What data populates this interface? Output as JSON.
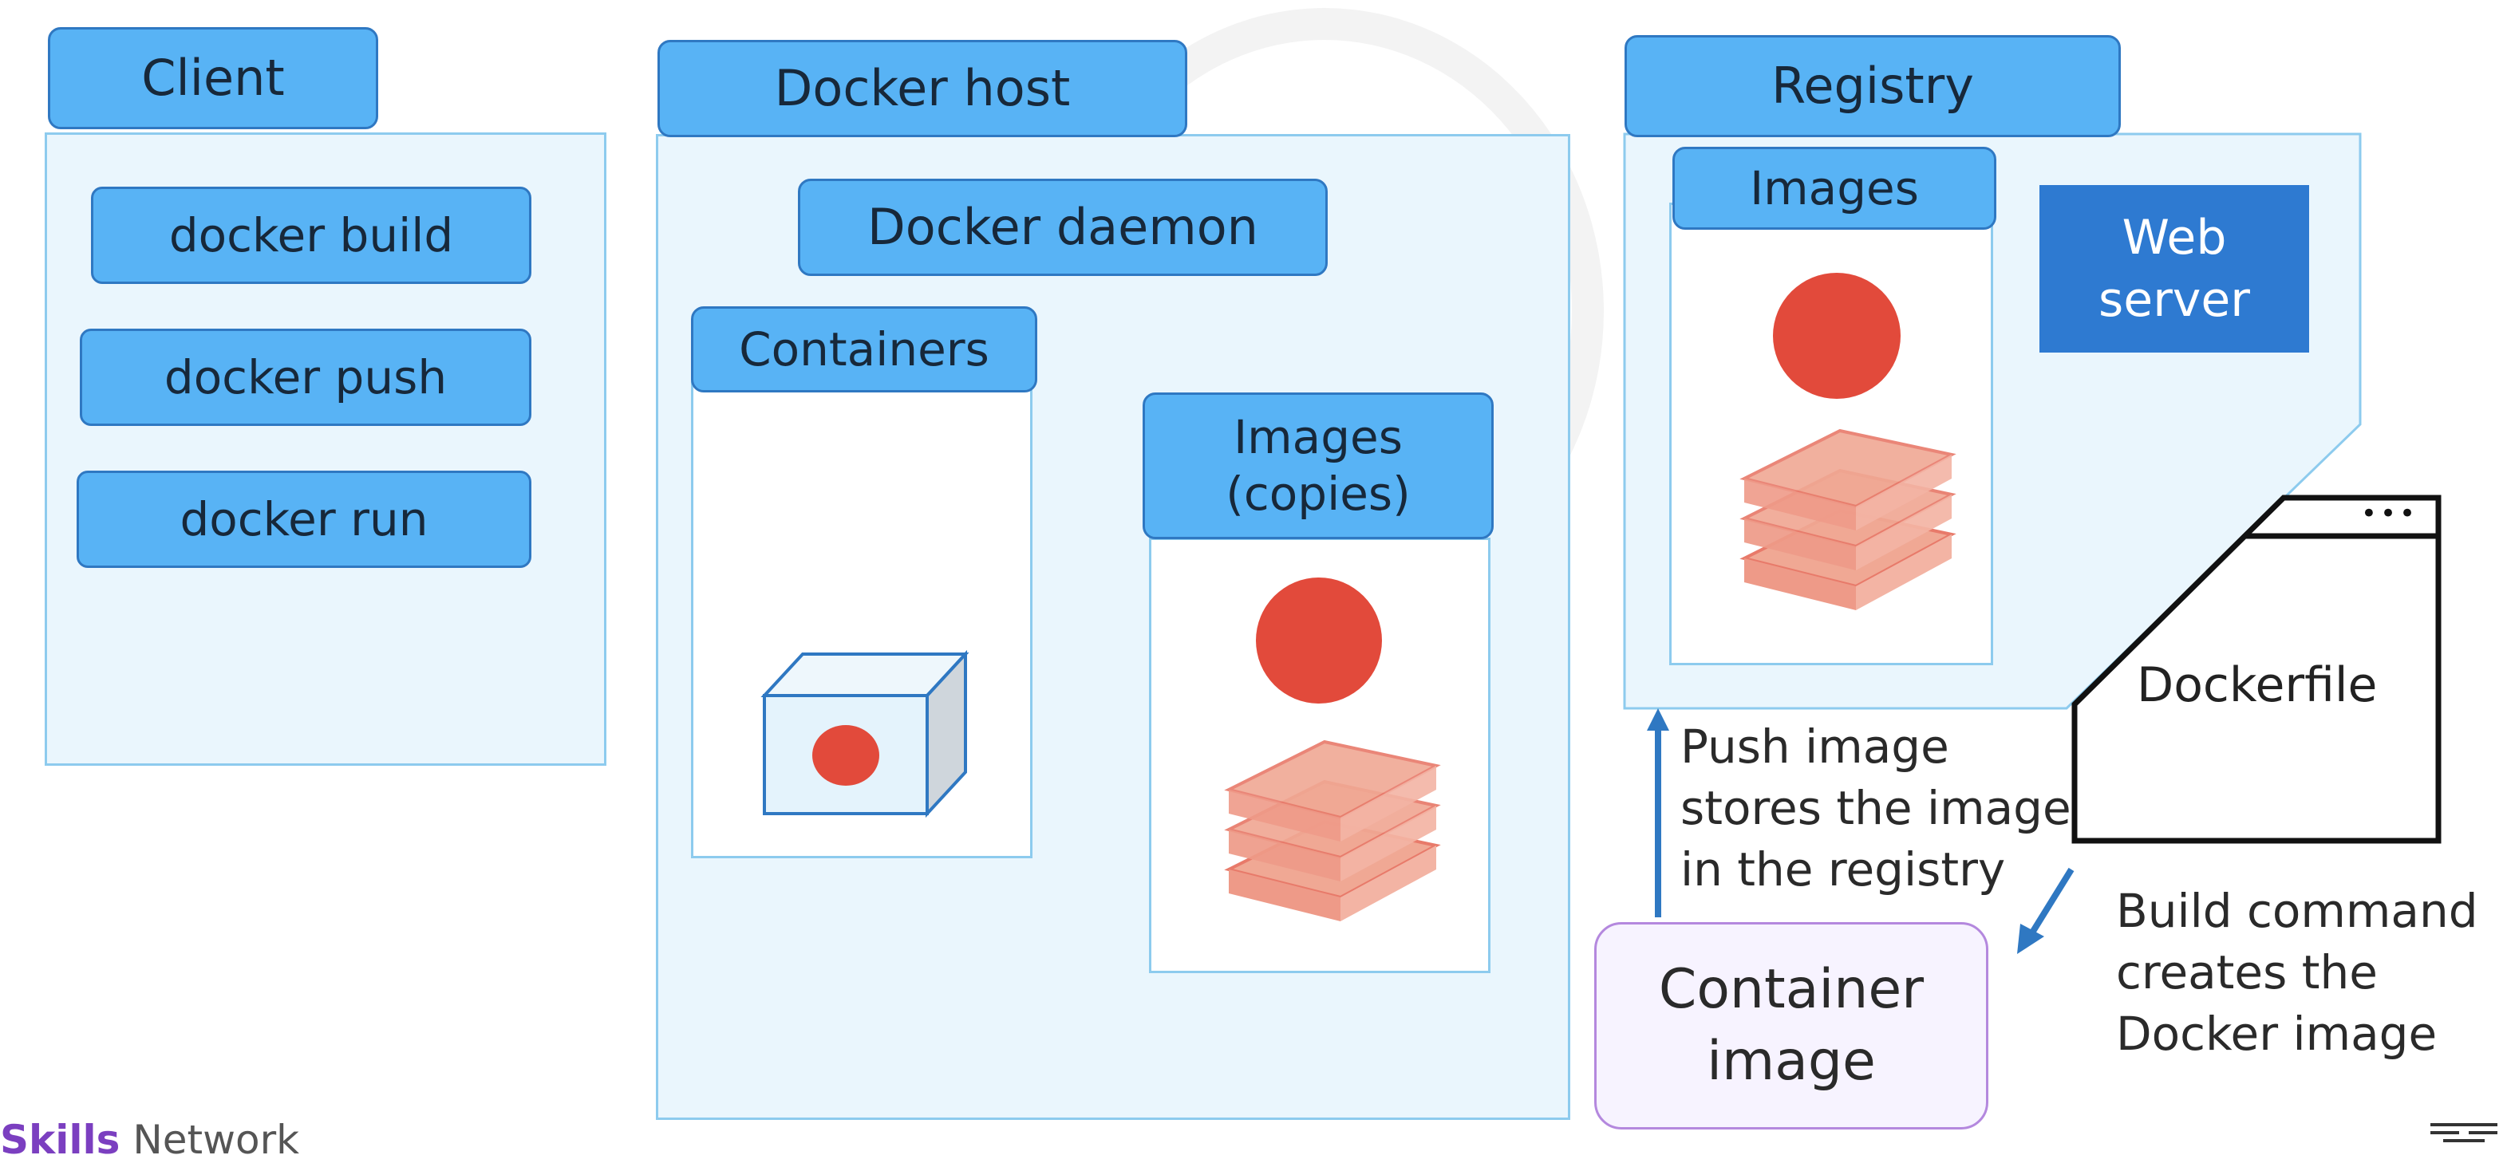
{
  "client": {
    "title": "Client",
    "commands": [
      "docker build",
      "docker push",
      "docker run"
    ]
  },
  "host": {
    "title": "Docker host",
    "daemon": "Docker daemon",
    "containers": "Containers",
    "images": "Images\n(copies)"
  },
  "registry": {
    "title": "Registry",
    "images": "Images",
    "web_server": "Web\nserver"
  },
  "dockerfile": {
    "label": "Dockerfile",
    "dots": "•••"
  },
  "container_image": {
    "label": "Container\nimage"
  },
  "push_label": "Push image\nstores the image\nin the registry",
  "build_label": "Build command\ncreates the\nDocker image",
  "footer": {
    "brand_bold": "Skills",
    "brand_rest": " Network"
  },
  "colors": {
    "panel_bg": "#eaf6fd",
    "panel_border": "#8dcbee",
    "tab_fill": "#58b3f5",
    "tab_border": "#2f78c2",
    "web_server": "#2e7ad1",
    "red_dot": "#e24a3b",
    "container_image_border": "#b488de",
    "arrow": "#2f78c2"
  },
  "icons": [
    "container-cube-icon",
    "image-circle-icon",
    "image-layers-icon",
    "browser-window-icon",
    "arrow-up-icon",
    "arrow-down-left-icon"
  ]
}
